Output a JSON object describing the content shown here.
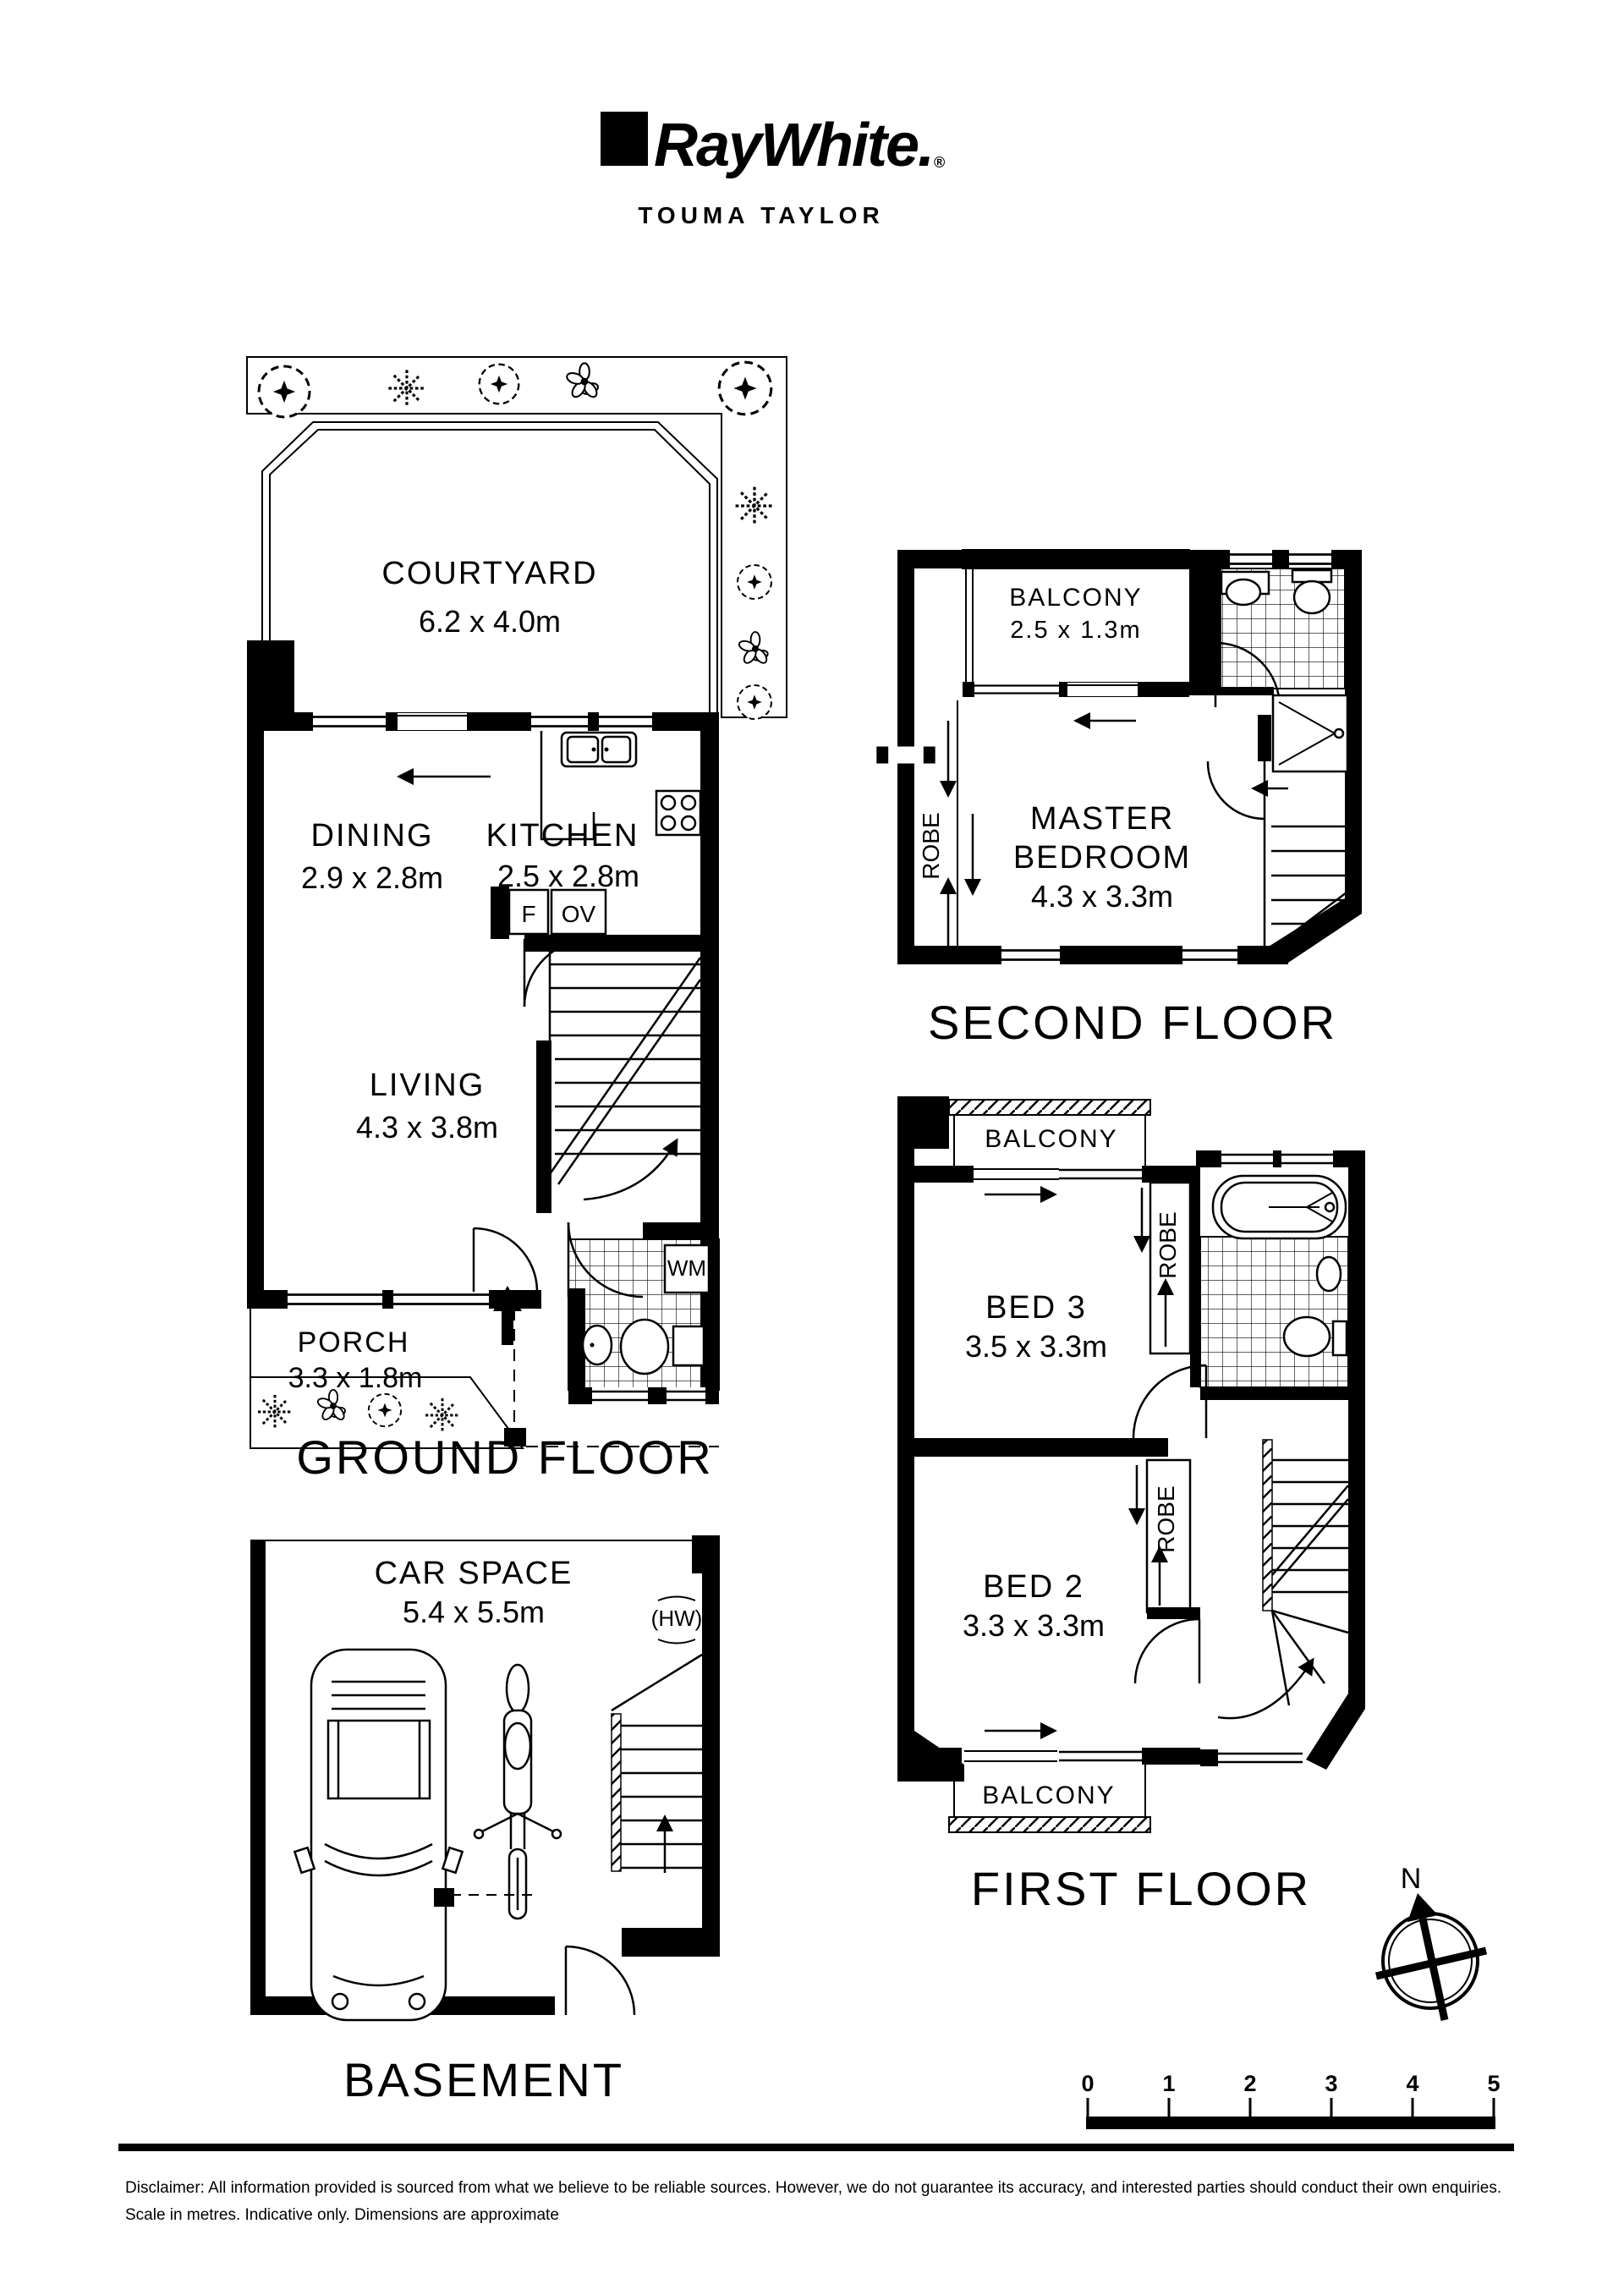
{
  "header": {
    "brand": "RayWhite.",
    "brand_mark": "®",
    "office": "TOUMA TAYLOR"
  },
  "floors": {
    "ground": {
      "label": "GROUND FLOOR",
      "courtyard": {
        "name": "COURTYARD",
        "dims": "6.2 x 4.0m"
      },
      "dining": {
        "name": "DINING",
        "dims": "2.9 x 2.8m"
      },
      "kitchen": {
        "name": "KITCHEN",
        "dims": "2.5 x 2.8m"
      },
      "living": {
        "name": "LIVING",
        "dims": "4.3 x 3.8m"
      },
      "porch": {
        "name": "PORCH",
        "dims": "3.3 x 1.8m"
      },
      "fridge": "F",
      "oven": "OV",
      "washing_machine": "WM"
    },
    "second": {
      "label": "SECOND FLOOR",
      "balcony": {
        "name": "BALCONY",
        "dims": "2.5 x 1.3m"
      },
      "master": {
        "name_line1": "MASTER",
        "name_line2": "BEDROOM",
        "dims": "4.3 x 3.3m"
      },
      "robe": "ROBE"
    },
    "first": {
      "label": "FIRST FLOOR",
      "balcony_top": "BALCONY",
      "balcony_bottom": "BALCONY",
      "bed3": {
        "name": "BED 3",
        "dims": "3.5 x 3.3m"
      },
      "bed2": {
        "name": "BED 2",
        "dims": "3.3 x 3.3m"
      },
      "robe_bed3": "ROBE",
      "robe_bed2": "ROBE"
    },
    "basement": {
      "label": "BASEMENT",
      "car_space": {
        "name": "CAR SPACE",
        "dims": "5.4 x 5.5m"
      },
      "hot_water": "(HW)"
    }
  },
  "compass": {
    "north": "N"
  },
  "scale_bar": {
    "ticks": [
      "0",
      "1",
      "2",
      "3",
      "4",
      "5"
    ]
  },
  "disclaimer": {
    "line1": "Disclaimer: All information provided is sourced from what we believe to be reliable sources. However, we do not guarantee  its accuracy, and interested parties should conduct their own enquiries.",
    "line2": "Scale in metres. Indicative only. Dimensions are approximate"
  }
}
